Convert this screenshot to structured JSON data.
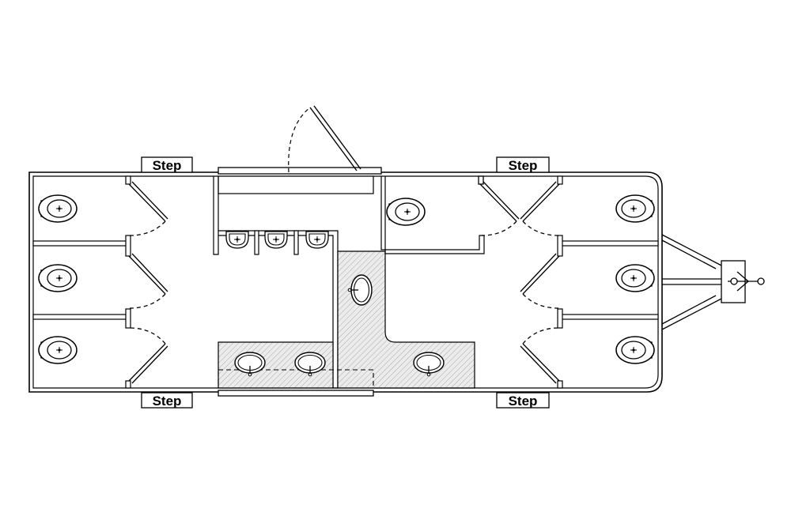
{
  "floorplan": {
    "steps": [
      {
        "label": "Step"
      },
      {
        "label": "Step"
      },
      {
        "label": "Step"
      },
      {
        "label": "Step"
      }
    ],
    "colors": {
      "line": "#000000",
      "hatch": "#b5b5b5",
      "hatch_fill": "#e8e8e8"
    }
  }
}
